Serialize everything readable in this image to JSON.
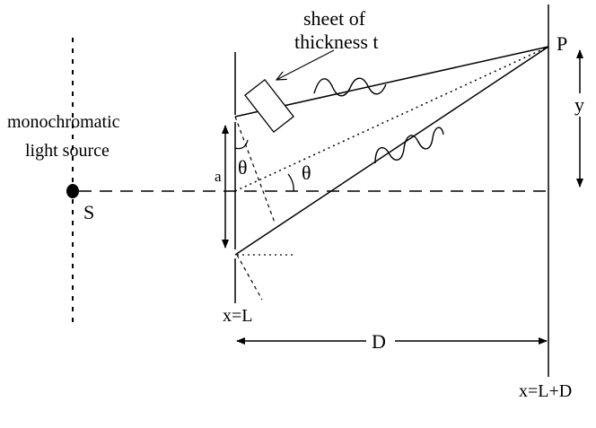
{
  "labels": {
    "sheet_line1": "sheet of",
    "sheet_line2": "thickness t",
    "source_line1": "monochromatic",
    "source_line2": "light source",
    "source": "S",
    "point": "P",
    "y": "y",
    "slit_sep": "a",
    "theta_1": "θ",
    "theta_2": "θ",
    "slit_position": "x=L",
    "distance": "D",
    "screen_position": "x=L+D"
  },
  "colors": {
    "ink": "#000000",
    "background": "#ffffff"
  }
}
